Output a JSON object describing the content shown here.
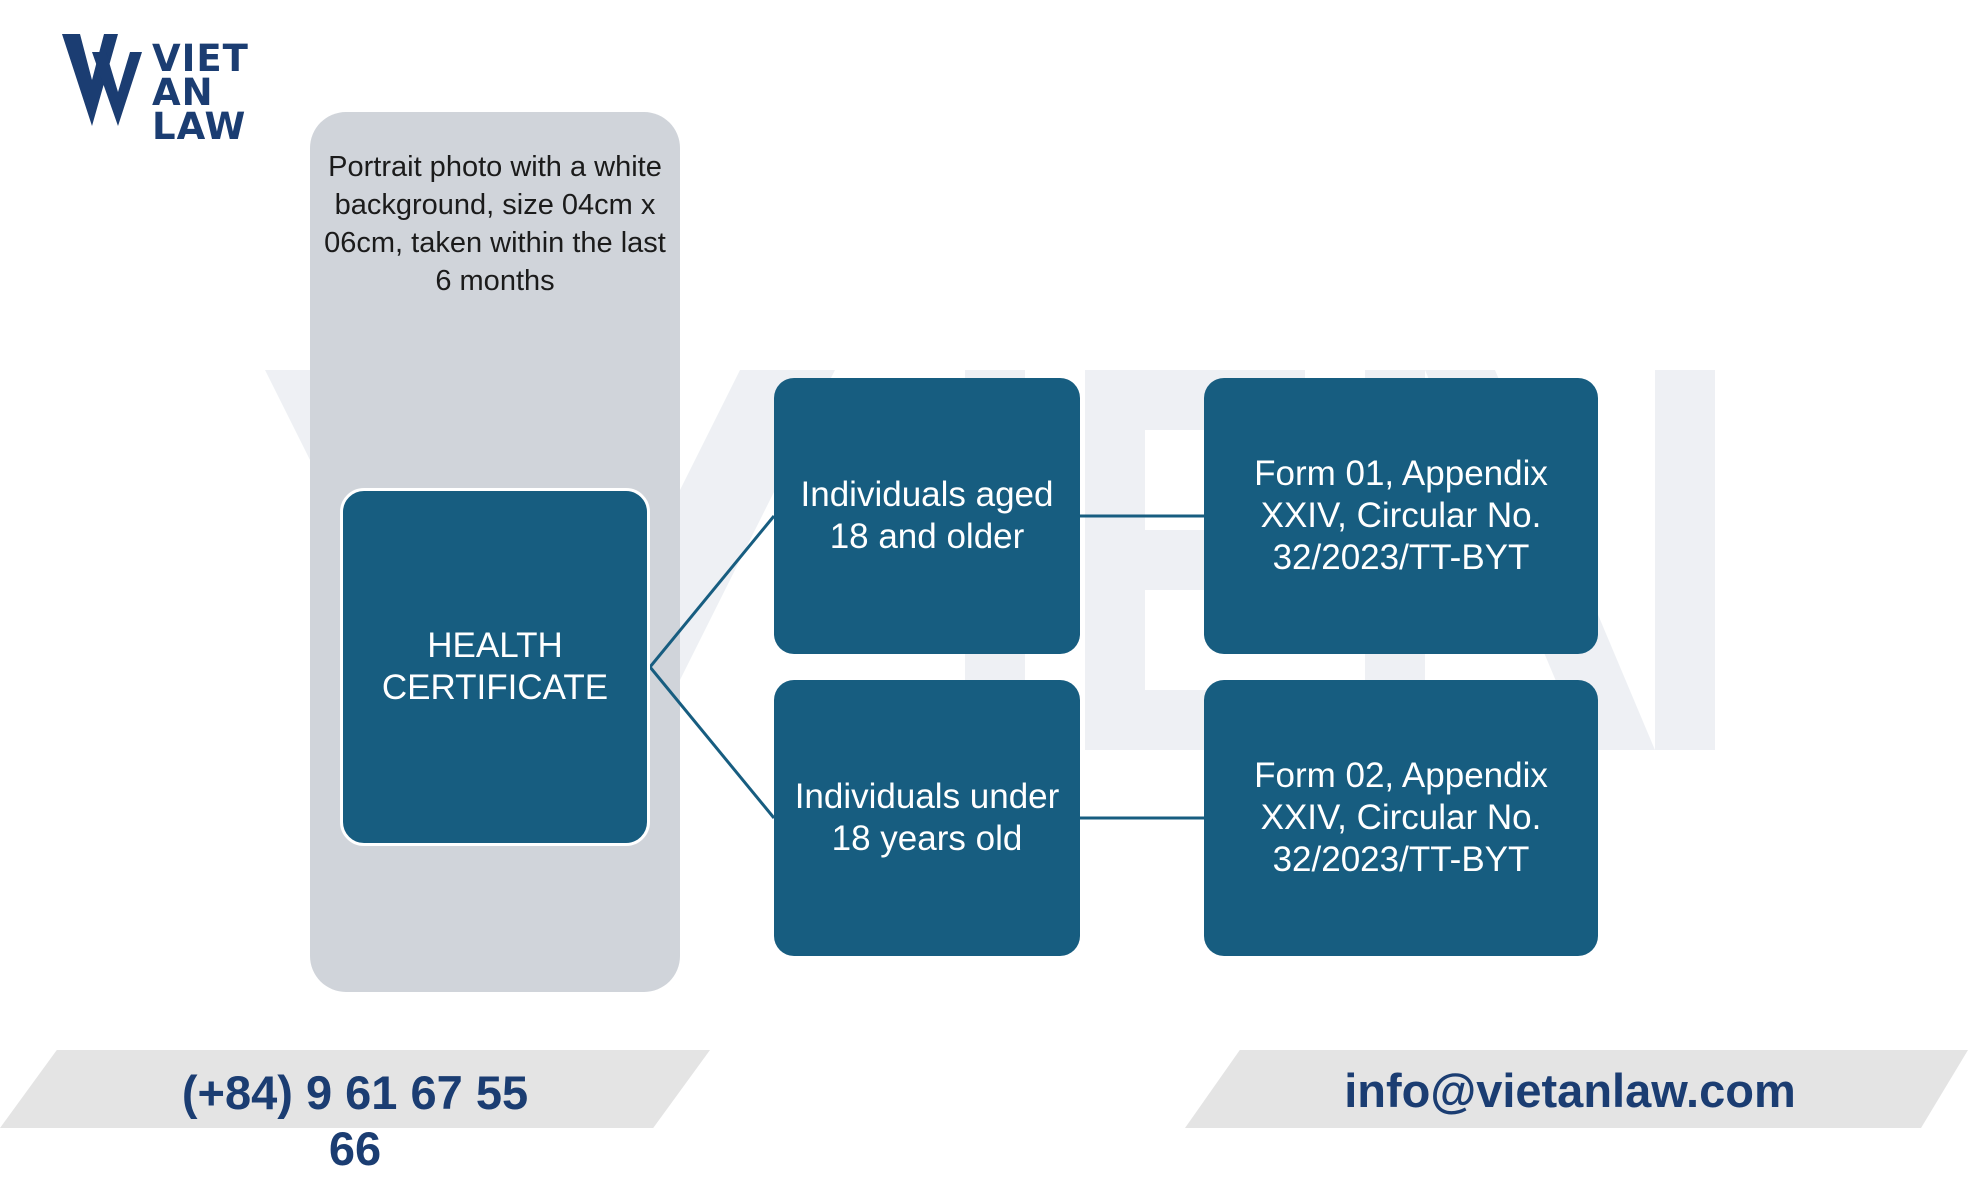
{
  "brand": {
    "logo_line1": "VIET AN",
    "logo_line2": "LAW",
    "primary_color": "#1b3d72"
  },
  "photo_requirement": {
    "text": "Portrait photo with a white background, size 04cm x 06cm, taken within the last 6 months"
  },
  "main_node": {
    "label": "HEALTH CERTIFICATE"
  },
  "branches": [
    {
      "label": "Individuals aged 18 and older",
      "form": "Form 01, Appendix XXIV, Circular No. 32/2023/TT-BYT"
    },
    {
      "label": "Individuals under 18 years old",
      "form": "Form 02, Appendix XXIV, Circular No. 32/2023/TT-BYT"
    }
  ],
  "colors": {
    "node": "#175d80",
    "panel": "#d0d4da",
    "footer": "#e4e4e4"
  },
  "footer": {
    "phone": "(+84) 9 61 67 55 66",
    "email": "info@vietanlaw.com"
  }
}
